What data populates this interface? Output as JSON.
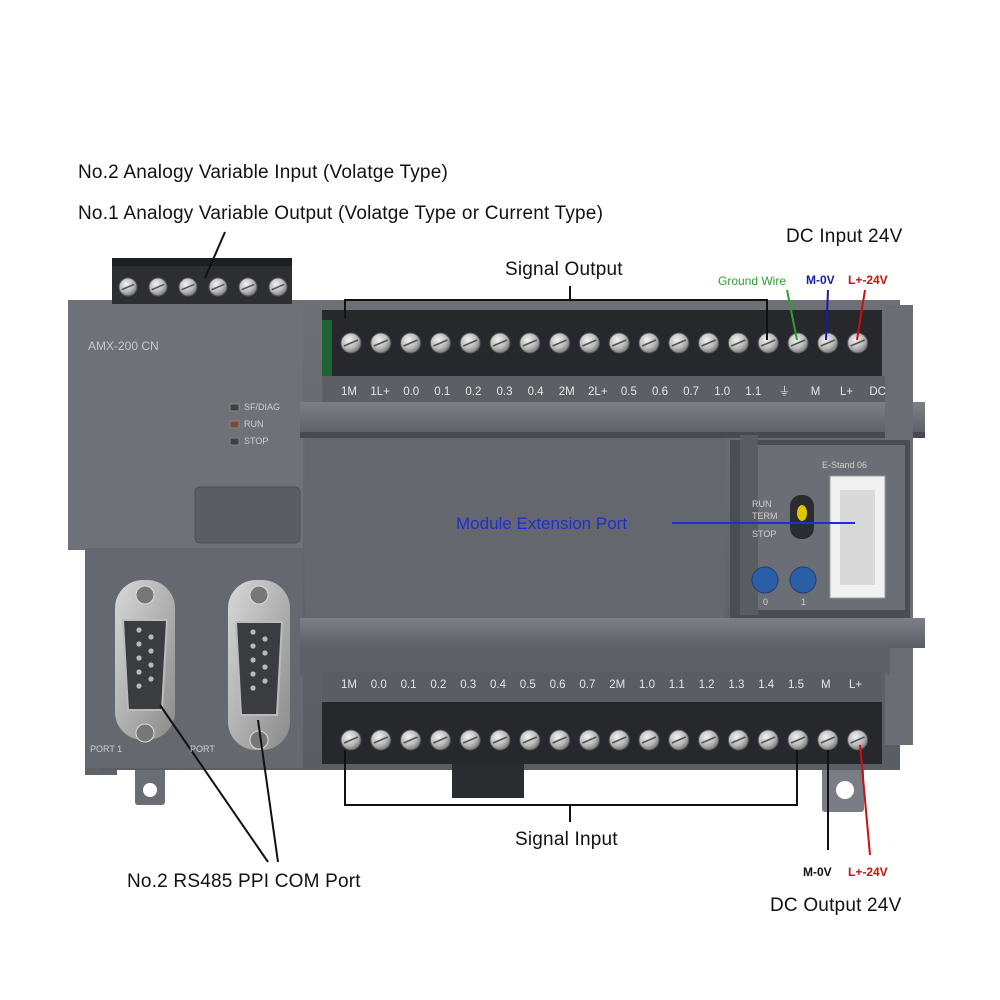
{
  "model": "AMX-200 CN",
  "leds": [
    "SF/DIAG",
    "RUN",
    "STOP"
  ],
  "callouts": {
    "analog_input": "No.2 Analogy Variable Input (Volatge Type)",
    "analog_output": "No.1 Analogy Variable Output (Volatge Type or Current Type)",
    "signal_output": "Signal Output",
    "dc_input": "DC Input 24V",
    "ground_wire": "Ground Wire",
    "m_0v_top": "M-0V",
    "l_24v_top": "L+-24V",
    "module_extension_port": "Module Extension Port",
    "signal_input": "Signal Input",
    "rs485": "No.2 RS485 PPI COM Port",
    "m_0v_bottom": "M-0V",
    "l_24v_bottom": "L+-24V",
    "dc_output": "DC Output 24V"
  },
  "top_terminals": [
    "1M",
    "1L+",
    "0.0",
    "0.1",
    "0.2",
    "0.3",
    "0.4",
    "2M",
    "2L+",
    "0.5",
    "0.6",
    "0.7",
    "1.0",
    "1.1",
    "⏚",
    "M",
    "L+",
    "DC"
  ],
  "bottom_terminals": [
    "1M",
    "0.0",
    "0.1",
    "0.2",
    "0.3",
    "0.4",
    "0.5",
    "0.6",
    "0.7",
    "2M",
    "1.0",
    "1.1",
    "1.2",
    "1.3",
    "1.4",
    "1.5",
    "M",
    "L+"
  ],
  "module": {
    "name": "E-Stand 06",
    "switch_labels": [
      "RUN",
      "TERM",
      "STOP"
    ],
    "pot_labels": [
      "0",
      "1"
    ]
  },
  "ports": [
    "PORT 1",
    "PORT"
  ],
  "colors": {
    "ground_wire": "#2e9e2e",
    "m_0v": "#1a1aa8",
    "l_24v": "#cc1010",
    "extension": "#1e2fd0"
  }
}
